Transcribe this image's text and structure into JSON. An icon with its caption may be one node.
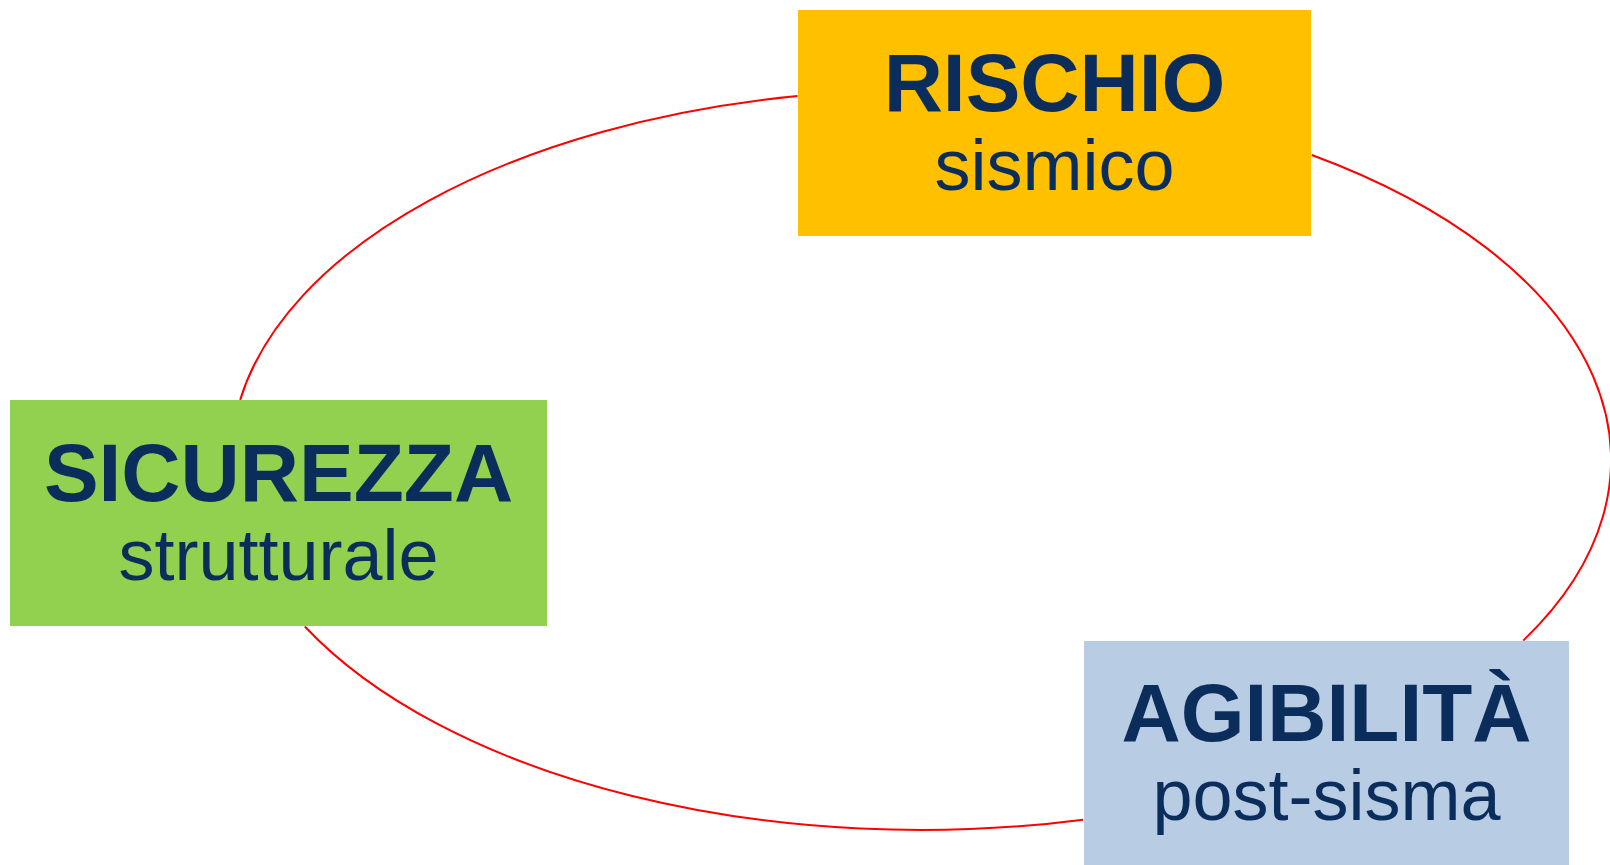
{
  "diagram": {
    "nodes": [
      {
        "text": [
          "RISCHIO",
          "sismico"
        ]
      },
      {
        "text": [
          "SICUREZZA",
          "strutturale"
        ]
      },
      {
        "text": [
          "AGIBILITÀ",
          "post-sisma"
        ]
      }
    ],
    "edges": [
      {
        "from": 0,
        "to": 2,
        "arrow": "none",
        "color": "#ff0000"
      },
      {
        "from": 2,
        "to": 1,
        "arrow": "none",
        "color": "#ff0000"
      },
      {
        "from": 1,
        "to": 0,
        "arrow": "none",
        "color": "#ff0000"
      }
    ]
  }
}
